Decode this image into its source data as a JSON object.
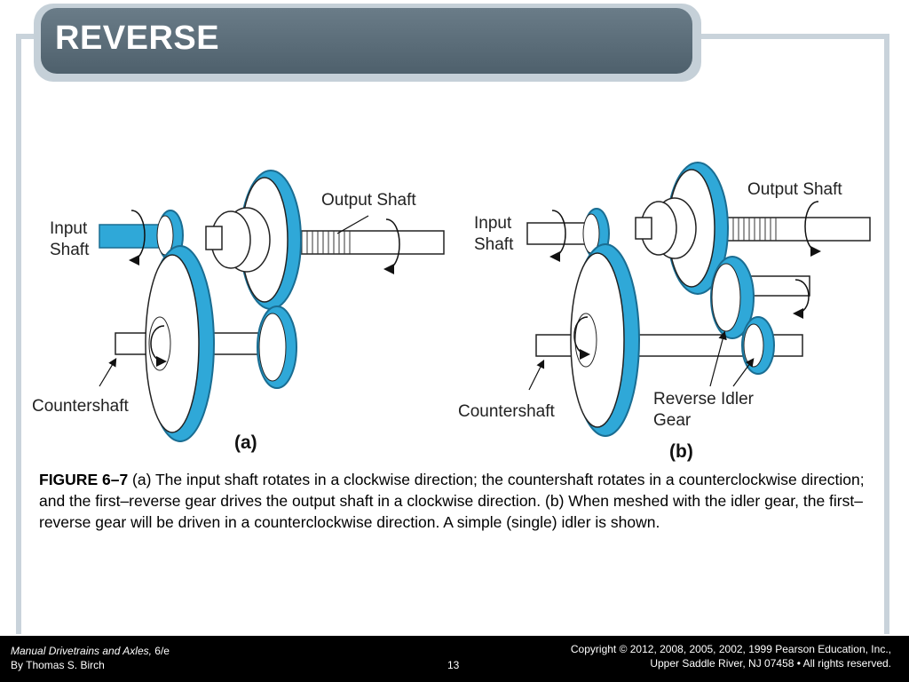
{
  "slide": {
    "title": "REVERSE"
  },
  "figure": {
    "panel_a": {
      "label": "(a)",
      "input_label_1": "Input",
      "input_label_2": "Shaft",
      "output_label": "Output Shaft",
      "countershaft_label": "Countershaft"
    },
    "panel_b": {
      "label": "(b)",
      "input_label_1": "Input",
      "input_label_2": "Shaft",
      "output_label": "Output Shaft",
      "countershaft_label": "Countershaft",
      "idler_label_1": "Reverse Idler",
      "idler_label_2": "Gear"
    },
    "gear_color": "#2fa8d8"
  },
  "caption": {
    "figure_number": "FIGURE 6–7",
    "text": " (a) The input shaft rotates in a clockwise direction; the countershaft rotates in a counterclockwise direction; and the first–reverse gear drives the output shaft in a clockwise direction. (b) When meshed with the idler gear, the first–reverse gear will be driven in a counterclockwise direction. A simple (single) idler is shown."
  },
  "footer": {
    "book_title": "Manual Drivetrains and Axles,",
    "edition": " 6/e",
    "author": "By Thomas S. Birch",
    "page": "13",
    "copyright_1": "Copyright © 2012, 2008, 2005, 2002, 1999 Pearson Education, Inc.,",
    "copyright_2": "Upper Saddle River, NJ 07458 • All rights reserved."
  }
}
